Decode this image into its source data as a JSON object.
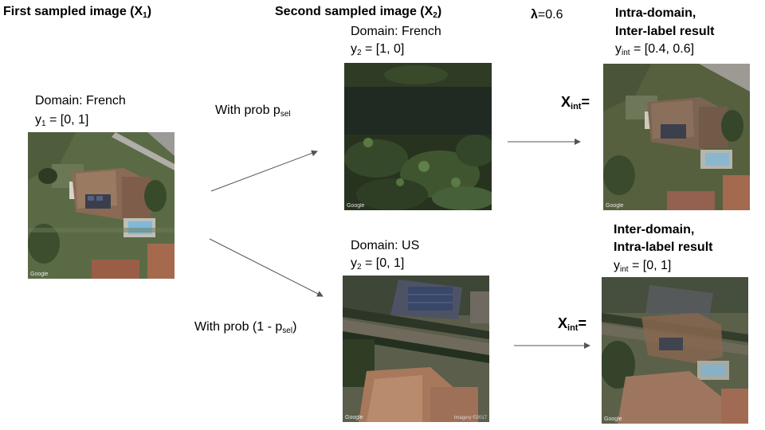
{
  "headers": {
    "first": {
      "text": "First sampled image (X",
      "sub": "1",
      "end": ")"
    },
    "second": {
      "text": "Second sampled image (X",
      "sub": "2",
      "end": ")"
    },
    "lambda": {
      "symbol": "λ",
      "value": "=0.6"
    }
  },
  "x1": {
    "domain": "Domain: French",
    "label_var": "y",
    "label_sub": "1",
    "label_val": " = [0, 1]",
    "watermark": "Google"
  },
  "prob_top": {
    "text": "With prob p",
    "sub": "sel"
  },
  "prob_bottom": {
    "text": "With prob (1 - p",
    "sub": "sel",
    "end": ")"
  },
  "x2_top": {
    "domain": "Domain: French",
    "label_var": "y",
    "label_sub": "2",
    "label_val": " = [1, 0]",
    "watermark": "Google"
  },
  "x2_bottom": {
    "domain": "Domain: US",
    "label_var": "y",
    "label_sub": "2",
    "label_val": " = [0, 1]",
    "watermark": "Google",
    "watermark2": "Imagery ©2017"
  },
  "result_top": {
    "title1": "Intra-domain,",
    "title2": "Inter-label result",
    "label_var": "y",
    "label_sub": "int",
    "label_val": " = [0.4, 0.6]",
    "xint": "X",
    "xint_sub": "int",
    "xint_end": "=",
    "watermark": "Google"
  },
  "result_bottom": {
    "title1": "Inter-domain,",
    "title2": "Intra-label result",
    "label_var": "y",
    "label_sub": "int",
    "label_val": " = [0, 1]",
    "xint": "X",
    "xint_sub": "int",
    "xint_end": "=",
    "watermark": "Google"
  },
  "colors": {
    "arrow": "#555555"
  }
}
